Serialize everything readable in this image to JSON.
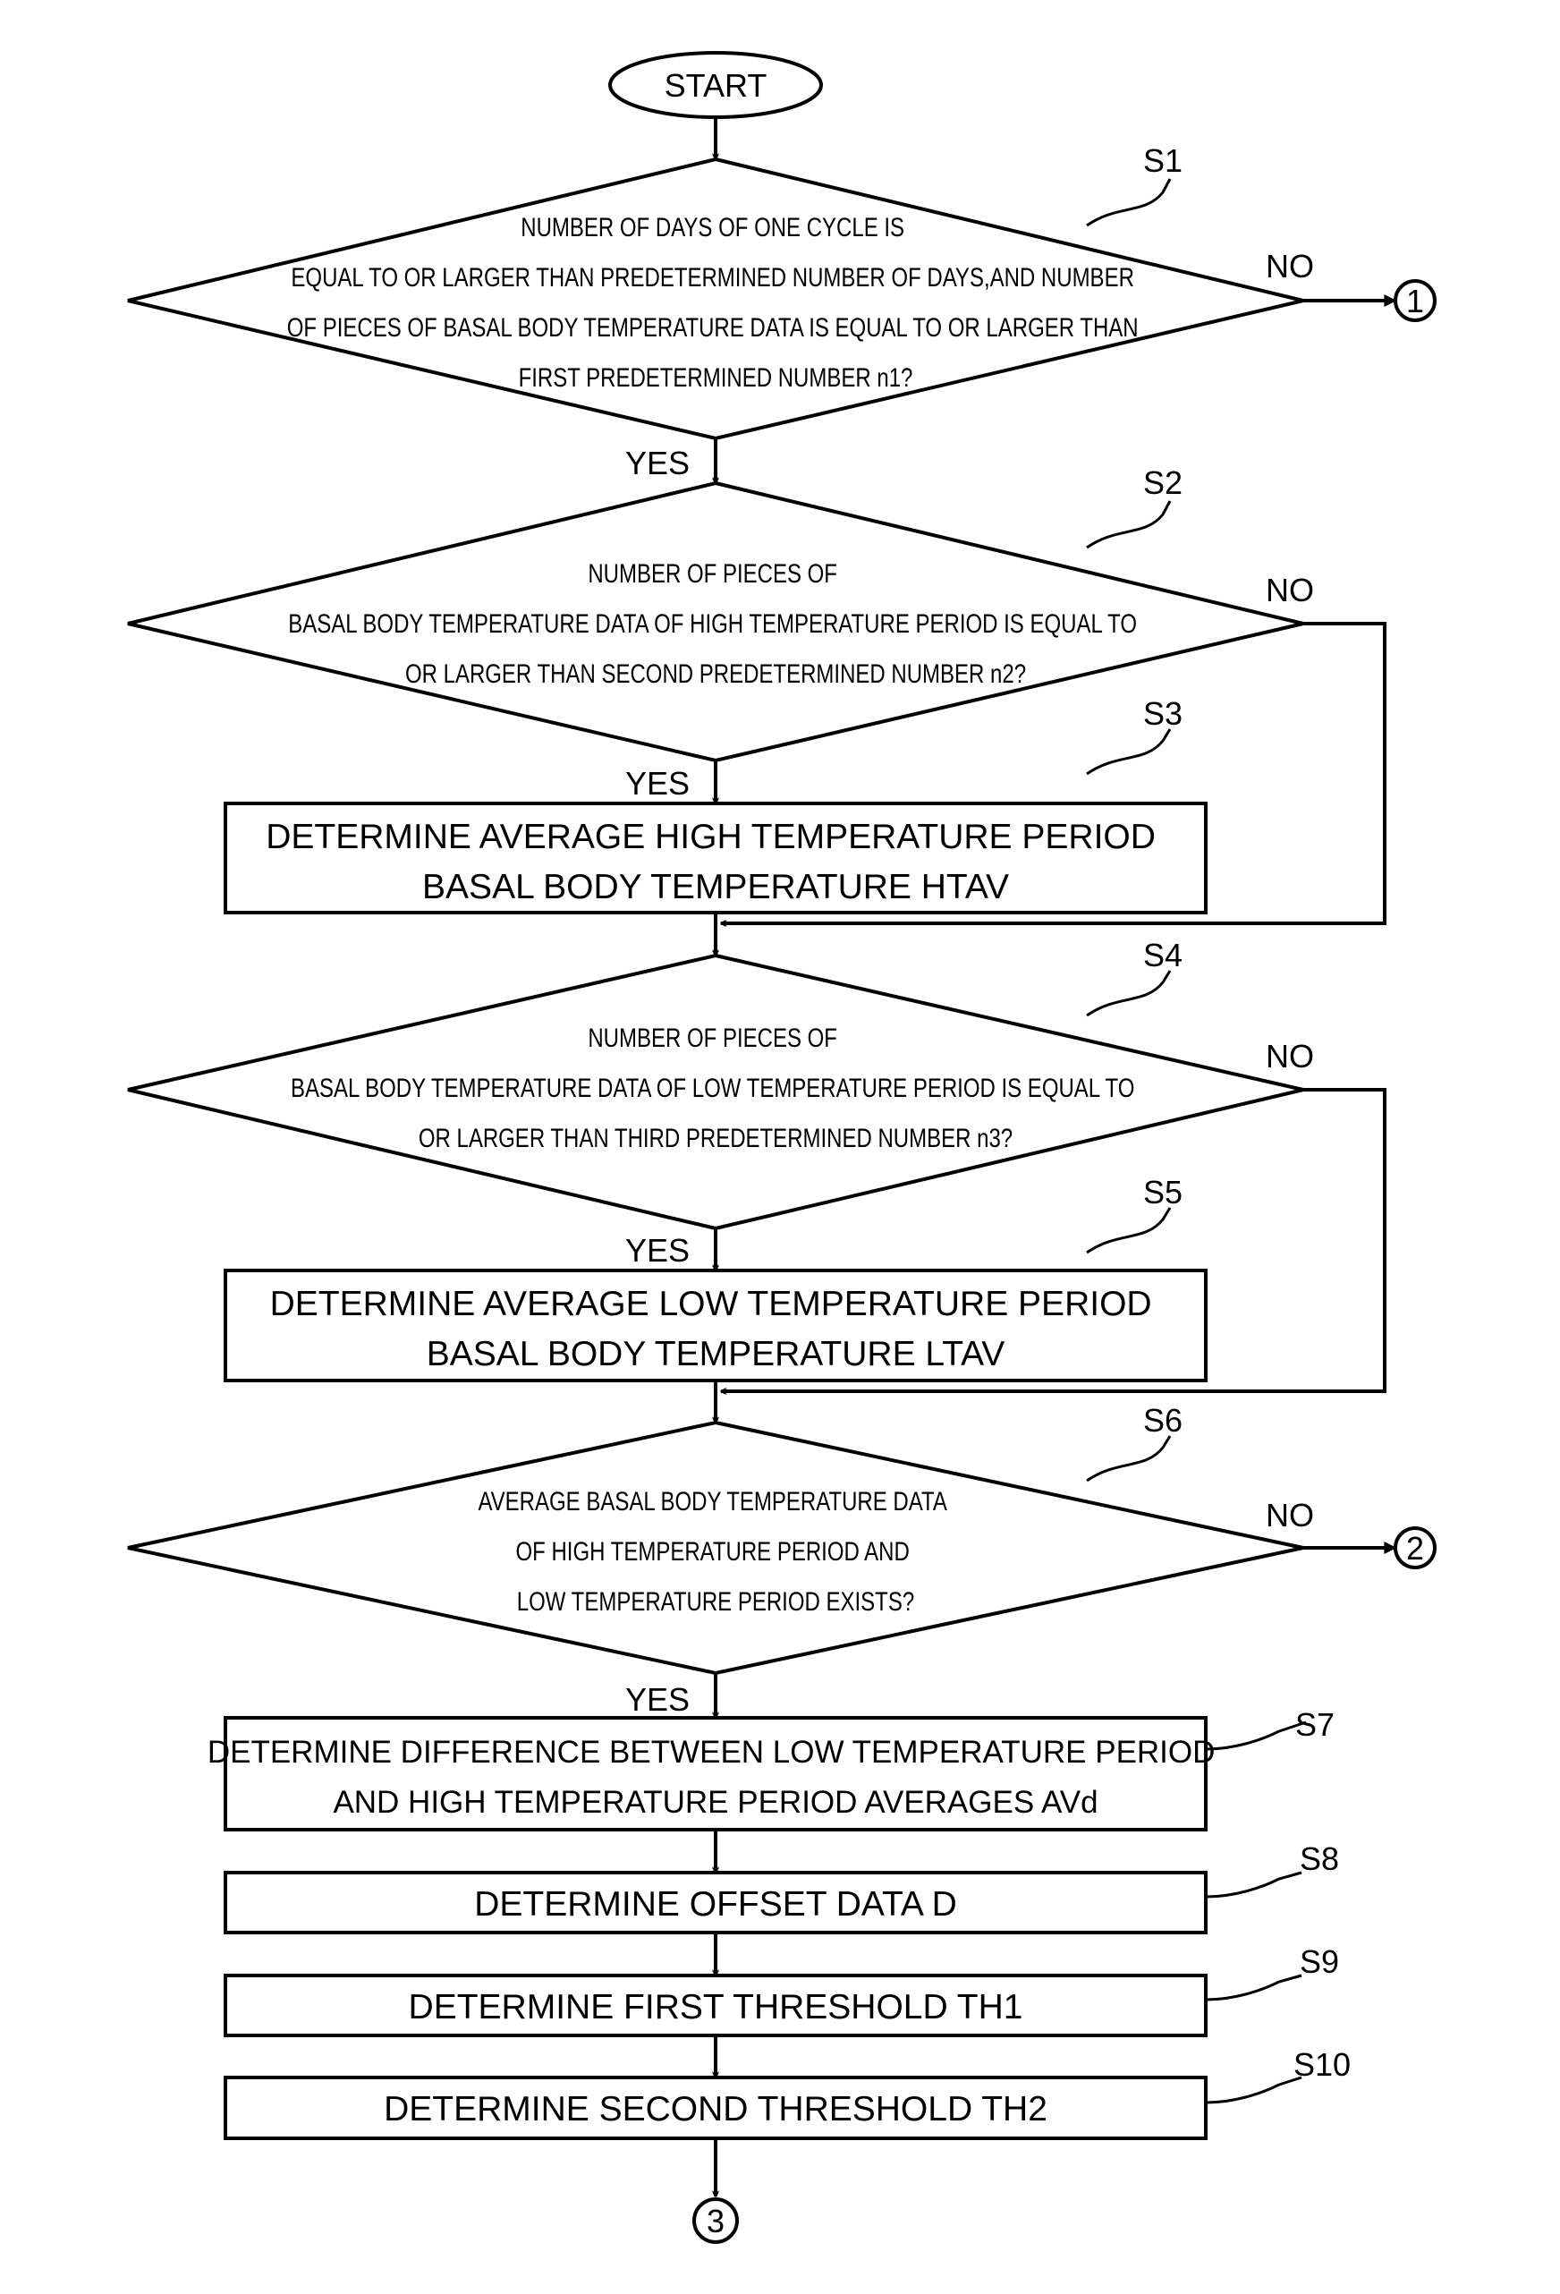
{
  "start": "START",
  "connectors": {
    "c1": "1",
    "c2": "2",
    "c3": "3"
  },
  "branch": {
    "yes": "YES",
    "no": "NO"
  },
  "steps": {
    "s1": {
      "id": "S1",
      "lines": [
        "NUMBER OF DAYS OF ONE CYCLE IS",
        "EQUAL TO OR LARGER THAN PREDETERMINED NUMBER OF DAYS,AND NUMBER",
        "OF PIECES OF BASAL BODY TEMPERATURE DATA IS EQUAL TO OR LARGER THAN",
        "FIRST PREDETERMINED NUMBER n1?"
      ]
    },
    "s2": {
      "id": "S2",
      "lines": [
        "NUMBER OF PIECES OF",
        "BASAL BODY TEMPERATURE DATA OF HIGH TEMPERATURE PERIOD IS EQUAL TO",
        "OR LARGER THAN SECOND PREDETERMINED NUMBER n2?"
      ]
    },
    "s3": {
      "id": "S3",
      "lines": [
        "DETERMINE AVERAGE HIGH TEMPERATURE PERIOD",
        "BASAL BODY TEMPERATURE HTAV"
      ]
    },
    "s4": {
      "id": "S4",
      "lines": [
        "NUMBER OF PIECES OF",
        "BASAL BODY TEMPERATURE DATA OF LOW TEMPERATURE PERIOD IS EQUAL TO",
        "OR LARGER THAN THIRD PREDETERMINED NUMBER n3?"
      ]
    },
    "s5": {
      "id": "S5",
      "lines": [
        "DETERMINE AVERAGE LOW TEMPERATURE PERIOD",
        "BASAL BODY TEMPERATURE LTAV"
      ]
    },
    "s6": {
      "id": "S6",
      "lines": [
        "AVERAGE BASAL BODY TEMPERATURE DATA",
        "OF HIGH TEMPERATURE PERIOD AND",
        "LOW TEMPERATURE PERIOD EXISTS?"
      ]
    },
    "s7": {
      "id": "S7",
      "lines": [
        "DETERMINE DIFFERENCE BETWEEN LOW TEMPERATURE PERIOD",
        "AND HIGH TEMPERATURE PERIOD AVERAGES AVd"
      ]
    },
    "s8": {
      "id": "S8",
      "lines": [
        "DETERMINE OFFSET DATA D"
      ]
    },
    "s9": {
      "id": "S9",
      "lines": [
        "DETERMINE FIRST THRESHOLD TH1"
      ]
    },
    "s10": {
      "id": "S10",
      "lines": [
        "DETERMINE SECOND THRESHOLD TH2"
      ]
    }
  }
}
